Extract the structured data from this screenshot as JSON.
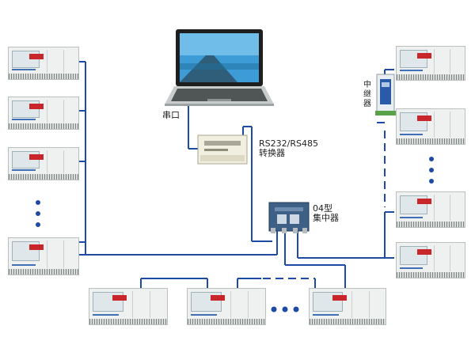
{
  "labels": {
    "serial_port": "串口",
    "converter_line1": "RS232/RS485",
    "converter_line2": "转换器",
    "concentrator_line1": "04型",
    "concentrator_line2": "集中器",
    "repeater": "中继器"
  },
  "colors": {
    "line": "#1c4aa5",
    "dashed": "#1c4aa5",
    "dot": "#1c4aa5",
    "device_body": "#eef1f0"
  },
  "icons": [
    "laptop",
    "rs232-rs485-converter",
    "04-concentrator",
    "repeater",
    "meter-cabinet"
  ]
}
